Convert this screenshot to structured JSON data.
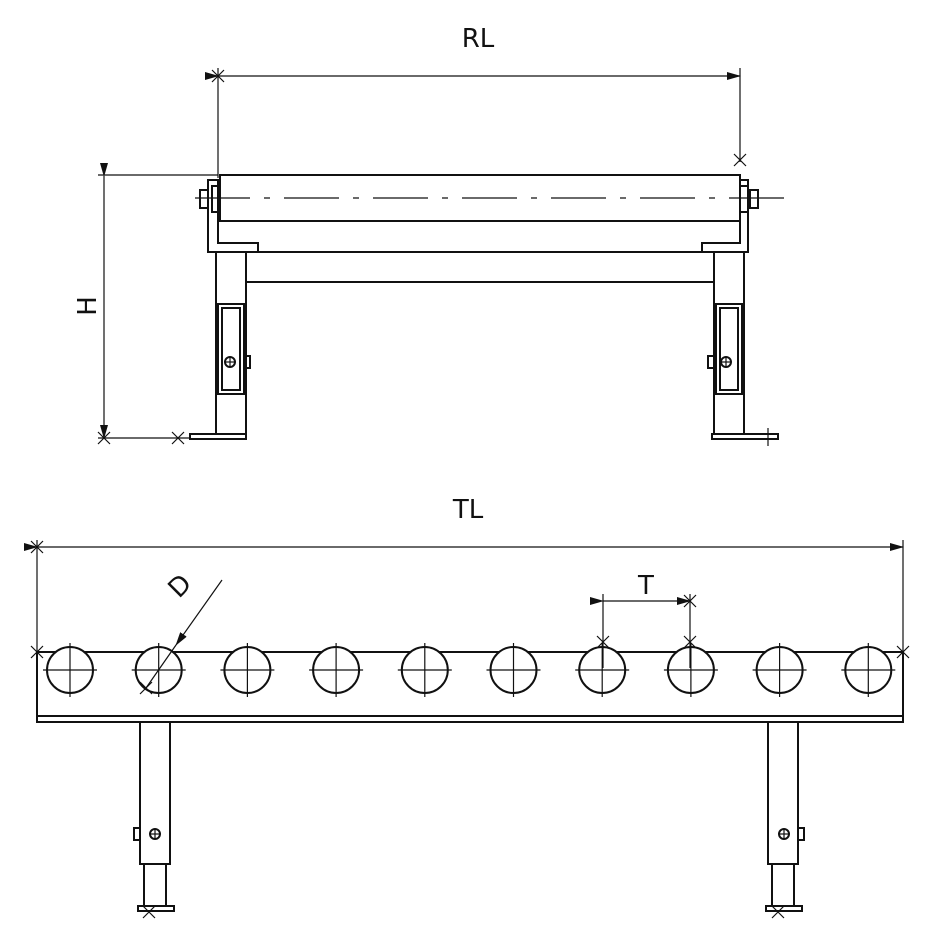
{
  "dimensions": {
    "roller_length": "RL",
    "height": "H",
    "total_length": "TL",
    "roller_diameter": "D",
    "pitch": "T"
  },
  "roller_count": 10
}
